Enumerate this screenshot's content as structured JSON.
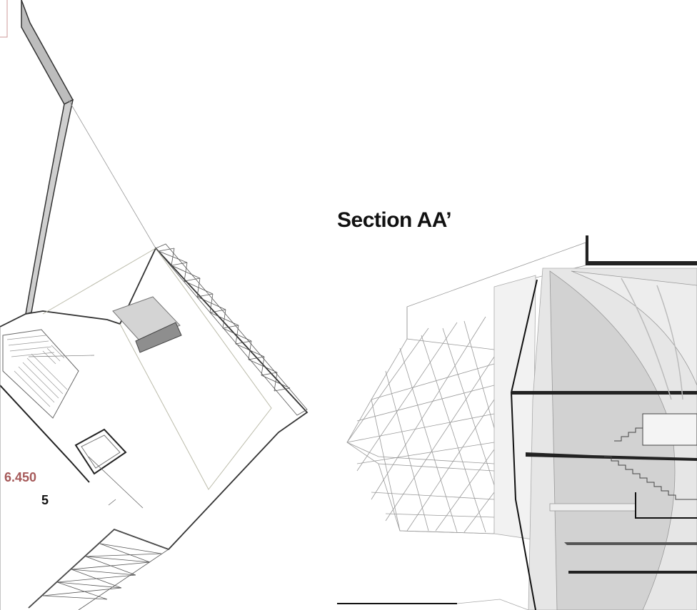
{
  "section": {
    "title": "Section AA’"
  },
  "plan": {
    "elevation": "6.450",
    "level": "5"
  },
  "colors": {
    "elevation_text": "#a65a5a",
    "text": "#111111",
    "line": "#555555",
    "light_line": "#bbbbbb",
    "fill_gray": "#cfcfcf",
    "fill_dark": "#9a9a9a"
  }
}
